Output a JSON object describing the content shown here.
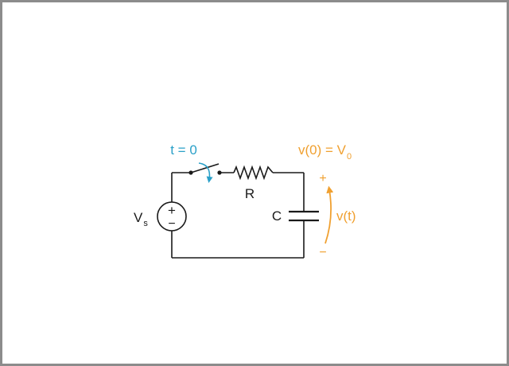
{
  "colors": {
    "wire": "#1a1a1a",
    "switch_annotation": "#2aa0c8",
    "voltage_annotation": "#f0a030",
    "frame": "#8c8c8c"
  },
  "switch": {
    "time_label": "t = 0"
  },
  "resistor": {
    "label": "R"
  },
  "capacitor": {
    "label": "C"
  },
  "source": {
    "label_main": "V",
    "label_sub": "s",
    "plus_sign": "+",
    "minus_sign": "−"
  },
  "initial_condition": {
    "prefix": "v(0) = V",
    "subscript": "0"
  },
  "capacitor_voltage": {
    "label": "v(t)",
    "plus_sign": "+",
    "minus_sign": "−"
  }
}
